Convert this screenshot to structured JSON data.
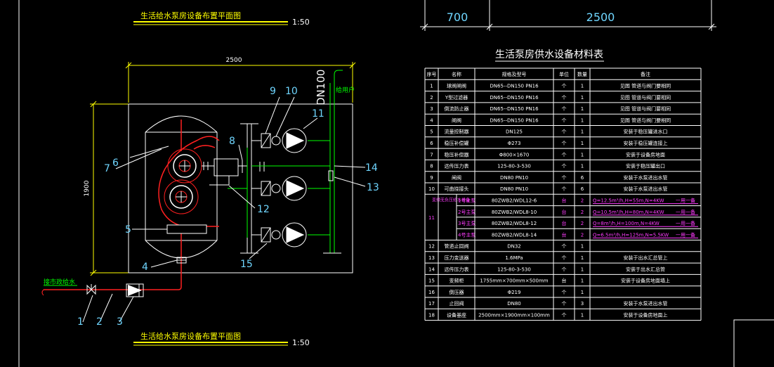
{
  "plan_title_top": "生活给水泵房设备布置平面图",
  "plan_scale_top": "1:50",
  "plan_title_bottom": "生活给水泵房设备布置平面图",
  "plan_scale_bottom": "1:50",
  "dim_width": "2500",
  "dim_height": "1900",
  "pipe_label": "DN100",
  "user_label": "给用户",
  "inlet_label": "接市政给水",
  "callouts": [
    "1",
    "2",
    "3",
    "4",
    "5",
    "6",
    "7",
    "8",
    "9",
    "10",
    "11",
    "12",
    "13",
    "14",
    "15"
  ],
  "top_dim_1": "700",
  "top_dim_2": "2500",
  "table_title": "生活泵房供水设备材料表",
  "table_headers": [
    "序号",
    "名称",
    "规格及型号",
    "单位",
    "数量",
    "备注"
  ],
  "table_rows": [
    {
      "no": "1",
      "name": "球阀闸阀",
      "spec": "DN65--DN150  PN16",
      "unit": "个",
      "qty": "1",
      "note": "见图 管道与阀门要相同"
    },
    {
      "no": "2",
      "name": "Y型过滤器",
      "spec": "DN65--DN150  PN16",
      "unit": "个",
      "qty": "1",
      "note": "见图 管道与阀门要相同"
    },
    {
      "no": "3",
      "name": "倒流防止器",
      "spec": "DN65--DN150  PN16",
      "unit": "个",
      "qty": "1",
      "note": "见图 管道与阀门要相同"
    },
    {
      "no": "4",
      "name": "闸阀",
      "spec": "DN65--DN150  PN16",
      "unit": "个",
      "qty": "1",
      "note": "见图 管道与阀门要相同"
    },
    {
      "no": "5",
      "name": "流量控制器",
      "spec": "DN125",
      "unit": "个",
      "qty": "1",
      "note": "安装于稳压罐进水口"
    },
    {
      "no": "6",
      "name": "稳压补偿罐",
      "spec": "Φ273",
      "unit": "个",
      "qty": "1",
      "note": "安装于稳压罐连接上"
    },
    {
      "no": "7",
      "name": "稳压补偿器",
      "spec": "Φ800×1670",
      "unit": "个",
      "qty": "1",
      "note": "安装于设备房地面"
    },
    {
      "no": "8",
      "name": "远传压力表",
      "spec": "125-80-3-530",
      "unit": "个",
      "qty": "1",
      "note": "安装于稳压罐出口"
    },
    {
      "no": "9",
      "name": "闸阀",
      "spec": "DN80  PN10",
      "unit": "个",
      "qty": "6",
      "note": "安装于水泵进出水管"
    },
    {
      "no": "10",
      "name": "可曲挠接头",
      "spec": "DN80  PN10",
      "unit": "个",
      "qty": "6",
      "note": "安装于水泵进出水管"
    }
  ],
  "pump_group": {
    "no": "11",
    "name": "变频无负压给水设备",
    "rows": [
      {
        "name": "1号主泵",
        "spec": "80ZWB2/WDL12-6",
        "unit": "台",
        "qty": "2",
        "note": "Q=12.5m³/h,H=55m,N=4KW",
        "tag": "一用一备"
      },
      {
        "name": "2号主泵",
        "spec": "80ZWB2/WDL8-10",
        "unit": "台",
        "qty": "2",
        "note": "Q=10.5m³/h,H=80m,N=4KW",
        "tag": "一用一备"
      },
      {
        "name": "3号主泵",
        "spec": "80ZWB2/WDL8-12",
        "unit": "台",
        "qty": "2",
        "note": "Q=8m³/h,H=100m,N=4KW",
        "tag": "一用一备"
      },
      {
        "name": "4号主泵",
        "spec": "80ZWB2/WDL8-14",
        "unit": "台",
        "qty": "2",
        "note": "Q=6.5m³/h,H=125m,N=5.5KW",
        "tag": "一用一备"
      }
    ]
  },
  "table_rows_2": [
    {
      "no": "12",
      "name": "管道止回阀",
      "spec": "DN32",
      "unit": "个",
      "qty": "1",
      "note": ""
    },
    {
      "no": "13",
      "name": "压力变送器",
      "spec": "1.6MPa",
      "unit": "个",
      "qty": "1",
      "note": "安装于出水汇总管上"
    },
    {
      "no": "14",
      "name": "远传压力表",
      "spec": "125-80-3-530",
      "unit": "个",
      "qty": "1",
      "note": "安装于出水汇总管"
    },
    {
      "no": "15",
      "name": "变频柜",
      "spec": "1755mm×700mm×500mm",
      "unit": "台",
      "qty": "1",
      "note": "安装于设备房地面墙上"
    },
    {
      "no": "16",
      "name": "倒压器",
      "spec": "Φ219",
      "unit": "个",
      "qty": "1",
      "note": ""
    },
    {
      "no": "17",
      "name": "止回阀",
      "spec": "DN80",
      "unit": "个",
      "qty": "3",
      "note": "安装于水泵进出水管"
    },
    {
      "no": "18",
      "name": "设备基座",
      "spec": "2500mm×1900mm×100mm",
      "unit": "个",
      "qty": "1",
      "note": "安装于设备房地面上"
    }
  ],
  "colors": {
    "yellow": "#ffff00",
    "white": "#ffffff",
    "cyan": "#6fd6ff",
    "green": "#00ff00",
    "red": "#ff2020",
    "magenta": "#ff3cff",
    "pink": "#ff66aa"
  }
}
